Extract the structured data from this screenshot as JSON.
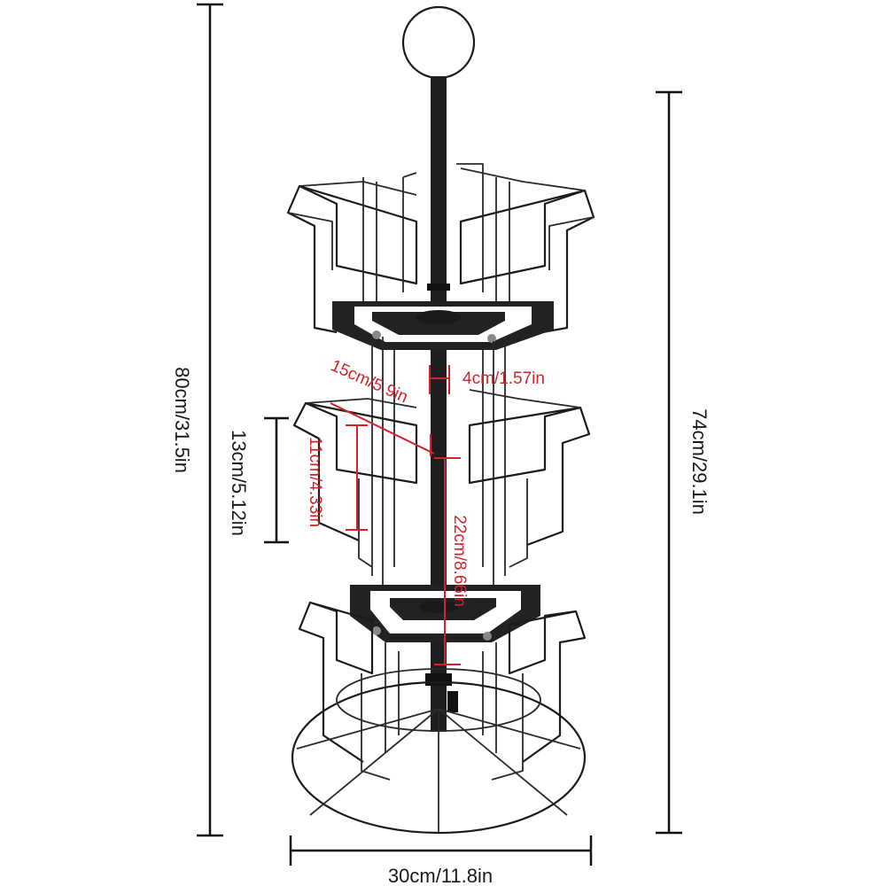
{
  "dimensions": {
    "total_height": "80cm/31.5in",
    "body_height": "74cm/29.1in",
    "base_width": "30cm/11.8in",
    "pocket_height": "13cm/5.12in",
    "pocket_depth": "11cm/4.33in",
    "pocket_width": "15cm/5.9in",
    "pole_diameter": "4cm/1.57in",
    "tier_spacing": "22cm/8.66in"
  },
  "colors": {
    "frame": "#1b1b1b",
    "annotation_red": "#d2232a",
    "dimension_black": "#111111"
  }
}
